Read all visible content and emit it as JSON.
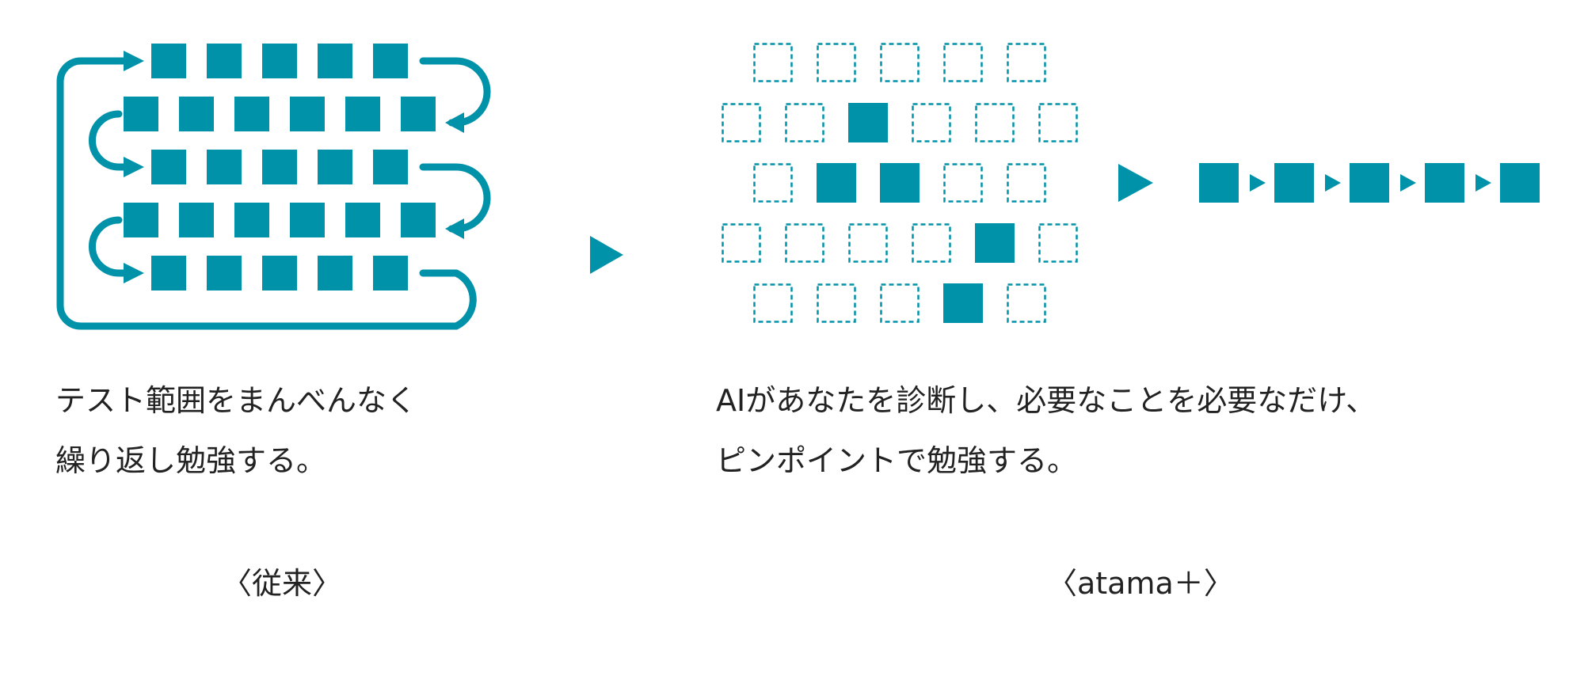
{
  "colors": {
    "accent": "#0092a8",
    "text": "#222222",
    "background": "#ffffff"
  },
  "left": {
    "caption_line1": "テスト範囲をまんべんなく",
    "caption_line2": "繰り返し勉強する。",
    "label": "〈従来〉"
  },
  "right": {
    "caption_line1": "AIがあなたを診断し、必要なことを必要なだけ、",
    "caption_line2": "ピンポイントで勉強する。",
    "label": "〈atama＋〉"
  }
}
